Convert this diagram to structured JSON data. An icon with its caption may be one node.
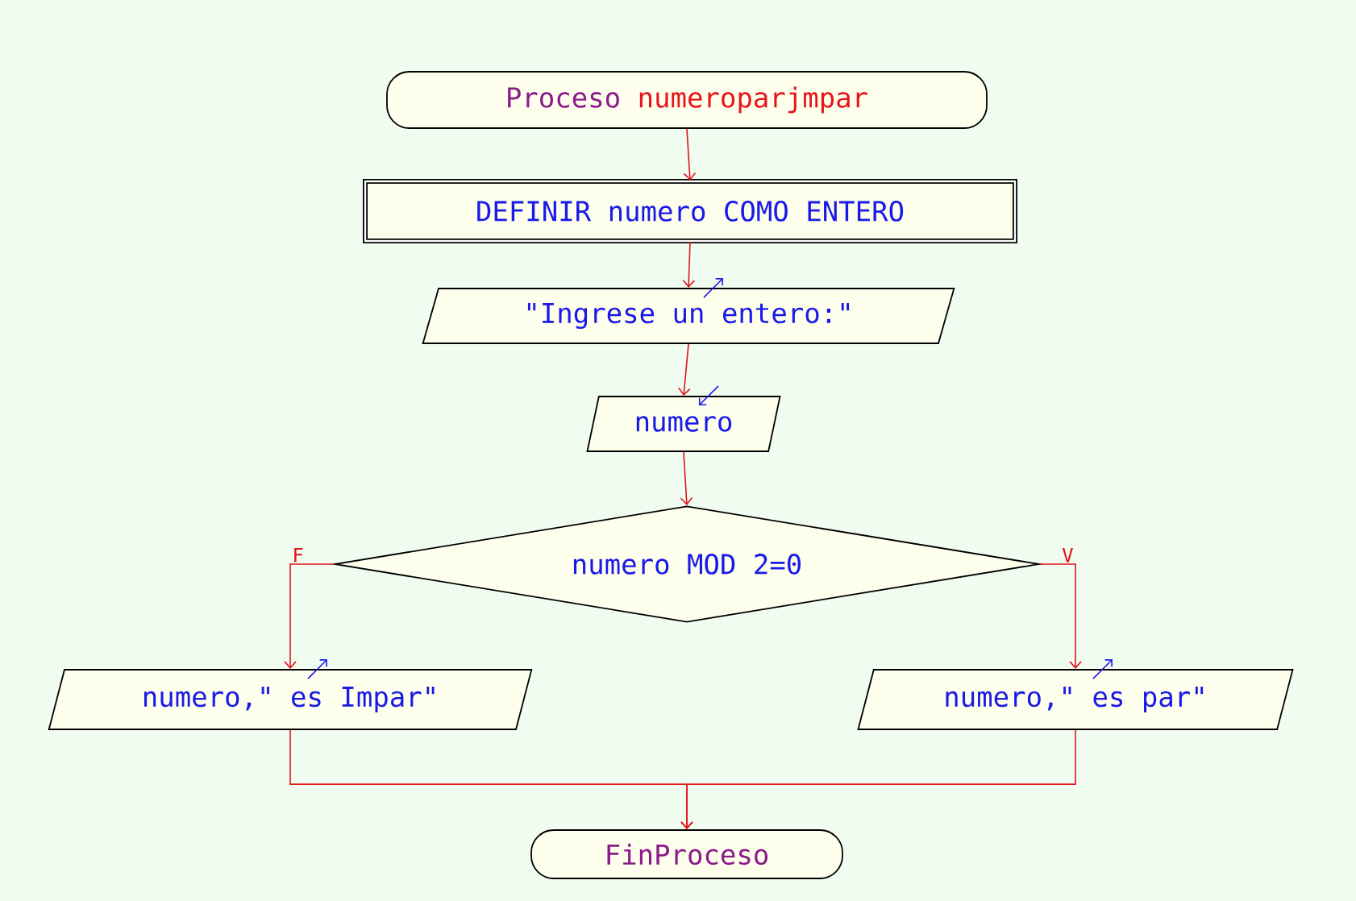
{
  "diagram": {
    "nodes": [
      {
        "text": [
          "Proceso",
          "numeroparjmpar"
        ]
      },
      {
        "text": [
          "DEFINIR numero COMO ENTERO"
        ]
      },
      {
        "text": [
          "\"Ingrese un entero:\""
        ]
      },
      {
        "text": [
          "numero"
        ]
      },
      {
        "text": [
          "numero MOD 2=0"
        ]
      },
      {
        "text": [
          "numero,\" es Impar\""
        ]
      },
      {
        "text": [
          "numero,\" es par\""
        ]
      },
      {
        "text": [
          "FinProceso"
        ]
      }
    ],
    "edges": [
      {
        "from": 0,
        "to": 1,
        "arrow": "to"
      },
      {
        "from": 1,
        "to": 2,
        "arrow": "to"
      },
      {
        "from": 2,
        "to": 3,
        "arrow": "to"
      },
      {
        "from": 3,
        "to": 4,
        "arrow": "to"
      },
      {
        "from": 4,
        "to": 5,
        "arrow": "to",
        "label": "F"
      },
      {
        "from": 4,
        "to": 6,
        "arrow": "to",
        "label": "V"
      },
      {
        "from": 5,
        "to": 7,
        "arrow": "to"
      },
      {
        "from": 6,
        "to": 7,
        "arrow": "to"
      }
    ]
  }
}
